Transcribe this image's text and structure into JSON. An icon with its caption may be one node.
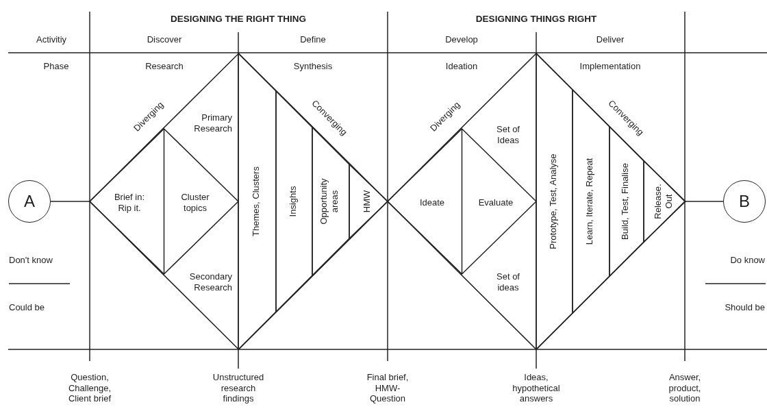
{
  "diagram": {
    "nodes": [
      {
        "text": [
          "A"
        ]
      },
      {
        "text": [
          "Diverging",
          "Primary Research",
          "Secondary Research",
          "Converging"
        ]
      },
      {
        "text": [
          "Brief in: Rip it.",
          "Cluster topics"
        ],
        "in": 1
      },
      {
        "text": [
          "Themes, Clusters"
        ],
        "in": 1
      },
      {
        "text": [
          "Insights"
        ],
        "in": 1
      },
      {
        "text": [
          "Opportunity areas"
        ],
        "in": 1
      },
      {
        "text": [
          "HMW"
        ],
        "in": 1
      },
      {
        "text": [
          "Diverging",
          "Set of Ideas",
          "Set of ideas",
          "Converging"
        ]
      },
      {
        "text": [
          "Ideate",
          "Evaluate"
        ],
        "in": 7
      },
      {
        "text": [
          "Prototype, Test, Analyse"
        ],
        "in": 7
      },
      {
        "text": [
          "Learn, Iterate, Repeat"
        ],
        "in": 7
      },
      {
        "text": [
          "Build, Test, Finalise"
        ],
        "in": 7
      },
      {
        "text": [
          "Release. Out"
        ],
        "in": 7
      },
      {
        "text": [
          "B"
        ]
      }
    ],
    "edges": [
      {
        "from": 0,
        "to": 1,
        "arrow": "none"
      },
      {
        "from": 7,
        "to": 13,
        "arrow": "none"
      }
    ],
    "labels": [
      "DESIGNING THE RIGHT THING",
      "DESIGNING THINGS RIGHT",
      "Activitiy",
      "Discover",
      "Define",
      "Develop",
      "Deliver",
      "Phase",
      "Research",
      "Synthesis",
      "Ideation",
      "Implementation",
      "Don't know",
      "Could be",
      "Do know",
      "Should be",
      "Question, Challenge, Client brief",
      "Unstructured research findings",
      "Final brief, HMW-Question",
      "Ideas, hypothetical answers",
      "Answer, product, solution"
    ]
  }
}
